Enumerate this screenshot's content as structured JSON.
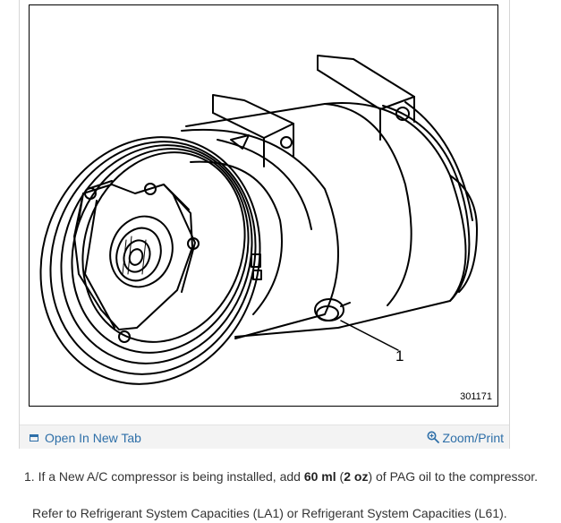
{
  "figure": {
    "figure_id": "301171",
    "callout_number": "1",
    "icons": [
      "open-in-new-tab-icon",
      "zoom-magnifier-icon"
    ]
  },
  "actions": {
    "open_tab_label": "Open In New Tab",
    "zoom_print_label": "Zoom/Print"
  },
  "colors": {
    "link": "#2e6fa8",
    "footer_bg": "#f3f3f3",
    "text": "#333333"
  },
  "instructions": {
    "step1": {
      "number": "1.",
      "text_before": "If a New A/C compressor is being installed, add ",
      "amount_ml": "60 ml",
      "paren_open": " (",
      "amount_oz": "2 oz",
      "text_after": ") of PAG oil to the compressor."
    },
    "note": "Refer to Refrigerant System Capacities (LA1) or Refrigerant System Capacities (L61)."
  }
}
